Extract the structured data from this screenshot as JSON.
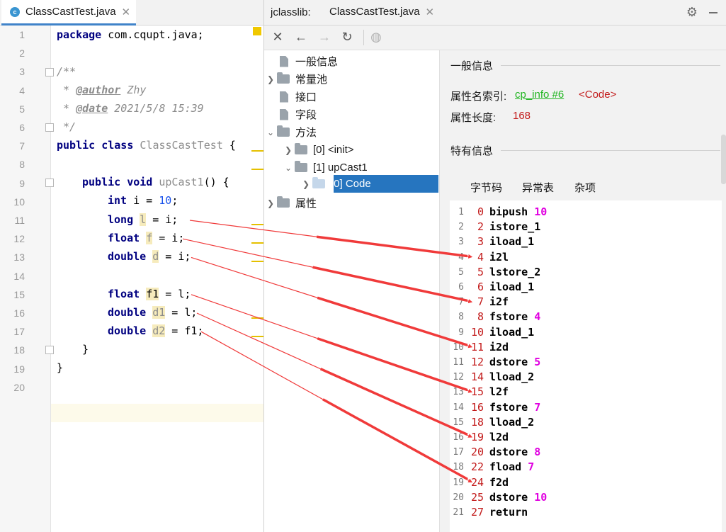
{
  "editor": {
    "tab_label": "ClassCastTest.java",
    "file_icon_letter": "c",
    "line_numbers": [
      "1",
      "2",
      "3",
      "4",
      "5",
      "6",
      "7",
      "8",
      "9",
      "10",
      "11",
      "12",
      "13",
      "14",
      "15",
      "16",
      "17",
      "18",
      "19",
      "20"
    ],
    "package_kw": "package",
    "package_name": "com.cqupt.java;",
    "doc_open": "/**",
    "author_prefix": " * ",
    "author_tag": "@author",
    "author_val": " Zhy",
    "date_prefix": " * ",
    "date_tag": "@date",
    "date_val": " 2021/5/8 15:39",
    "doc_close": " */",
    "class_kw": "public class",
    "class_name": " ClassCastTest",
    "class_brace": " {",
    "method_kw": "public void",
    "method_name": " upCast1",
    "method_rest": "() {",
    "l10_kw": "int",
    "l10_a": " i = ",
    "l10_num": "10",
    "l10_end": ";",
    "l11_kw": "long",
    "l11_var": "l",
    "l11_rest": " = i;",
    "l12_kw": "float",
    "l12_var": "f",
    "l12_rest": " = i;",
    "l13_kw": "double",
    "l13_var": "d",
    "l13_rest": " = i;",
    "l15_kw": "float",
    "l15_var": "f1",
    "l15_rest": " = l;",
    "l16_kw": "double",
    "l16_var": "d1",
    "l16_rest": " = l;",
    "l17_kw": "double",
    "l17_var": "d2",
    "l17_rest": " = f1;",
    "l18": "}",
    "l19": "}"
  },
  "jclasslib": {
    "tool_name": "jclasslib:",
    "tab_label": "ClassCastTest.java",
    "toolbar": {
      "close": "✕",
      "back": "←",
      "forward": "→",
      "refresh": "↻",
      "web": "◍"
    },
    "tree": {
      "general": "一般信息",
      "constant_pool": "常量池",
      "interfaces": "接口",
      "fields": "字段",
      "methods": "方法",
      "init": "[0] <init>",
      "upcast": "[1] upCast1",
      "code": "[0] Code",
      "attributes": "属性"
    },
    "info": {
      "general_title": "一般信息",
      "name_index_label": "属性名索引:",
      "name_index_link": "cp_info #6",
      "name_index_val": "<Code>",
      "length_label": "属性长度:",
      "length_val": "168",
      "specific_title": "特有信息",
      "tabs": [
        "字节码",
        "异常表",
        "杂项"
      ]
    },
    "bytecode": [
      {
        "ln": "1",
        "pc": "0",
        "op": "bipush",
        "arg": "10"
      },
      {
        "ln": "2",
        "pc": "2",
        "op": "istore_1",
        "arg": ""
      },
      {
        "ln": "3",
        "pc": "3",
        "op": "iload_1",
        "arg": ""
      },
      {
        "ln": "4",
        "pc": "4",
        "op": "i2l",
        "arg": ""
      },
      {
        "ln": "5",
        "pc": "5",
        "op": "lstore_2",
        "arg": ""
      },
      {
        "ln": "6",
        "pc": "6",
        "op": "iload_1",
        "arg": ""
      },
      {
        "ln": "7",
        "pc": "7",
        "op": "i2f",
        "arg": ""
      },
      {
        "ln": "8",
        "pc": "8",
        "op": "fstore",
        "arg": "4"
      },
      {
        "ln": "9",
        "pc": "10",
        "op": "iload_1",
        "arg": ""
      },
      {
        "ln": "10",
        "pc": "11",
        "op": "i2d",
        "arg": ""
      },
      {
        "ln": "11",
        "pc": "12",
        "op": "dstore",
        "arg": "5"
      },
      {
        "ln": "12",
        "pc": "14",
        "op": "lload_2",
        "arg": ""
      },
      {
        "ln": "13",
        "pc": "15",
        "op": "l2f",
        "arg": ""
      },
      {
        "ln": "14",
        "pc": "16",
        "op": "fstore",
        "arg": "7"
      },
      {
        "ln": "15",
        "pc": "18",
        "op": "lload_2",
        "arg": ""
      },
      {
        "ln": "16",
        "pc": "19",
        "op": "l2d",
        "arg": ""
      },
      {
        "ln": "17",
        "pc": "20",
        "op": "dstore",
        "arg": "8"
      },
      {
        "ln": "18",
        "pc": "22",
        "op": "fload",
        "arg": "7"
      },
      {
        "ln": "19",
        "pc": "24",
        "op": "f2d",
        "arg": ""
      },
      {
        "ln": "20",
        "pc": "25",
        "op": "dstore",
        "arg": "10"
      },
      {
        "ln": "21",
        "pc": "27",
        "op": "return",
        "arg": ""
      }
    ]
  },
  "annotation": {
    "arrow_color": "#f03a3a",
    "links": [
      {
        "from_source_line": 11,
        "to_bytecode_row": 4
      },
      {
        "from_source_line": 12,
        "to_bytecode_row": 7
      },
      {
        "from_source_line": 13,
        "to_bytecode_row": 10
      },
      {
        "from_source_line": 15,
        "to_bytecode_row": 13
      },
      {
        "from_source_line": 16,
        "to_bytecode_row": 16
      },
      {
        "from_source_line": 17,
        "to_bytecode_row": 19
      }
    ]
  }
}
